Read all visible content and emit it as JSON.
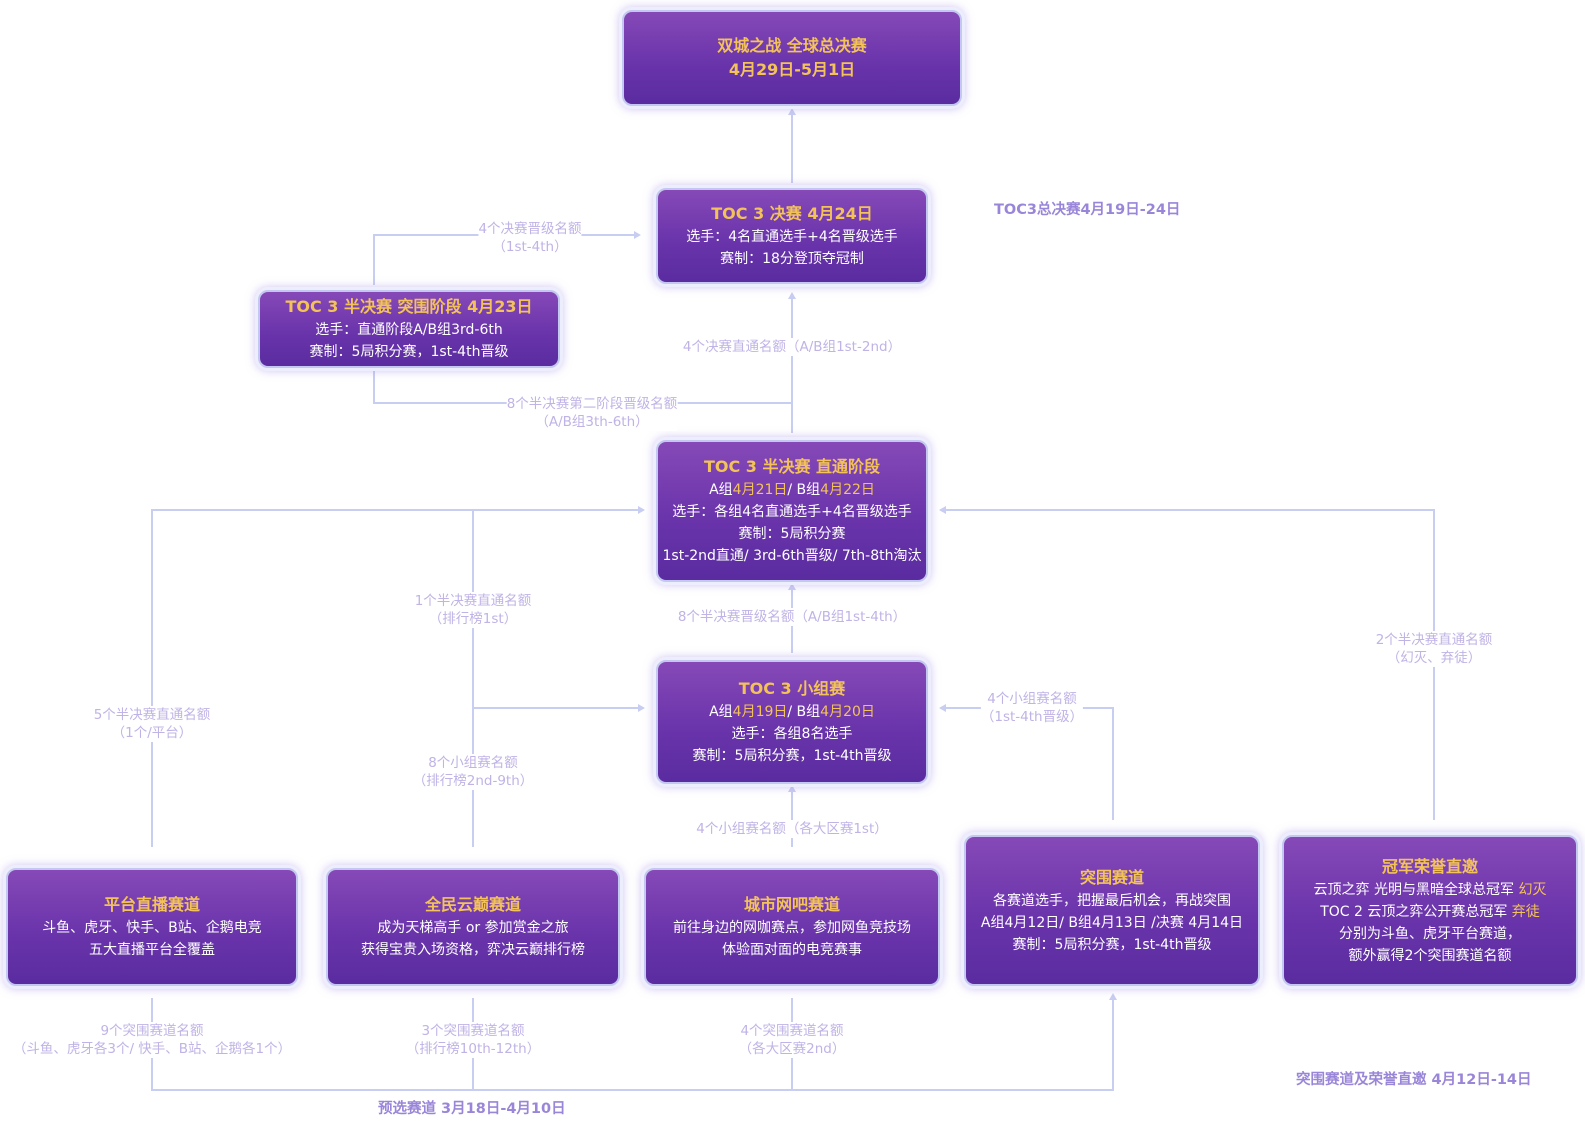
{
  "colors": {
    "box_top": "#8649b7",
    "box_bottom": "#5a2ca0",
    "title": "#f3c35a",
    "label": "#c0b3e6",
    "section": "#9a86d8",
    "line": "#c8cdf2"
  },
  "boxes": {
    "final": {
      "title": "双城之战 全球总决赛",
      "line1": "4月29日-5月1日"
    },
    "toc_final": {
      "title": "TOC 3 决赛 4月24日",
      "line1": "选手：4名直通选手+4名晋级选手",
      "line2": "赛制：18分登顶夺冠制"
    },
    "semi_breakout": {
      "title": "TOC 3 半决赛 突围阶段 4月23日",
      "line1": "选手：直通阶段A/B组3rd-6th",
      "line2": "赛制：5局积分赛，1st-4th晋级"
    },
    "semi_direct": {
      "title": "TOC 3 半决赛 直通阶段",
      "a_prefix": "A组",
      "a_date": "4月21日",
      "sep": "/ B组",
      "b_date": "4月22日",
      "line2": "选手：各组4名直通选手+4名晋级选手",
      "line3": "赛制：5局积分赛",
      "line4": "1st-2nd直通/ 3rd-6th晋级/ 7th-8th淘汰"
    },
    "group": {
      "title": "TOC 3 小组赛",
      "a_prefix": "A组",
      "a_date": "4月19日",
      "sep": "/ B组",
      "b_date": "4月20日",
      "line2": "选手：各组8名选手",
      "line3": "赛制：5局积分赛，1st-4th晋级"
    },
    "platform": {
      "title": "平台直播赛道",
      "line1": "斗鱼、虎牙、快手、B站、企鹅电竞",
      "line2": "五大直播平台全覆盖"
    },
    "cloud": {
      "title": "全民云巅赛道",
      "line1": "成为天梯高手 or 参加赏金之旅",
      "line2": "获得宝贵入场资格，弈决云巅排行榜"
    },
    "cafe": {
      "title": "城市网吧赛道",
      "line1": "前往身边的网咖赛点，参加网鱼竞技场",
      "line2": "体验面对面的电竞赛事"
    },
    "breakout": {
      "title": "突围赛道",
      "line1": "各赛道选手，把握最后机会，再战突围",
      "line2": "A组4月12日/ B组4月13日 /决赛 4月14日",
      "line3": "赛制：5局积分赛，1st-4th晋级"
    },
    "honor": {
      "title": "冠军荣誉直邀",
      "line1_pre": "云顶之弈 光明与黑暗全球总冠军 ",
      "line1_hl": "幻灭",
      "line2_pre": "TOC 2 云顶之弈公开赛总冠军 ",
      "line2_hl": "弃徒",
      "line3": "分别为斗鱼、虎牙平台赛道，",
      "line4": "额外赢得2个突围赛道名额"
    }
  },
  "labels": {
    "semi_to_final": [
      "4个决赛晋级名额",
      "（1st-4th）"
    ],
    "direct_to_final": [
      "4个决赛直通名额（A/B组1st-2nd）"
    ],
    "direct_to_breakout": [
      "8个半决赛第二阶段晋级名额",
      "（A/B组3th-6th）"
    ],
    "cloud_to_semi": [
      "1个半决赛直通名额",
      "（排行榜1st）"
    ],
    "platform_to_semi": [
      "5个半决赛直通名额",
      "（1个/平台）"
    ],
    "group_to_semi": [
      "8个半决赛晋级名额（A/B组1st-4th）"
    ],
    "honor_to_semi": [
      "2个半决赛直通名额",
      "（幻灭、弃徒）"
    ],
    "breakout_to_group": [
      "4个小组赛名额",
      "（1st-4th晋级）"
    ],
    "cloud_to_group": [
      "8个小组赛名额",
      "（排行榜2nd-9th）"
    ],
    "cafe_to_group": [
      "4个小组赛名额（各大区赛1st）"
    ],
    "platform_to_breakout": [
      "9个突围赛道名额",
      "（斗鱼、虎牙各3个/ 快手、B站、企鹅各1个）"
    ],
    "cloud_to_breakout": [
      "3个突围赛道名额",
      "（排行榜10th-12th）"
    ],
    "cafe_to_breakout": [
      "4个突围赛道名额",
      "（各大区赛2nd）"
    ]
  },
  "sections": {
    "toc_final": "TOC3总决赛4月19日-24日",
    "breakout_honor": "突围赛道及荣誉直邀 4月12日-14日",
    "qualifier": "预选赛道 3月18日-4月10日"
  }
}
